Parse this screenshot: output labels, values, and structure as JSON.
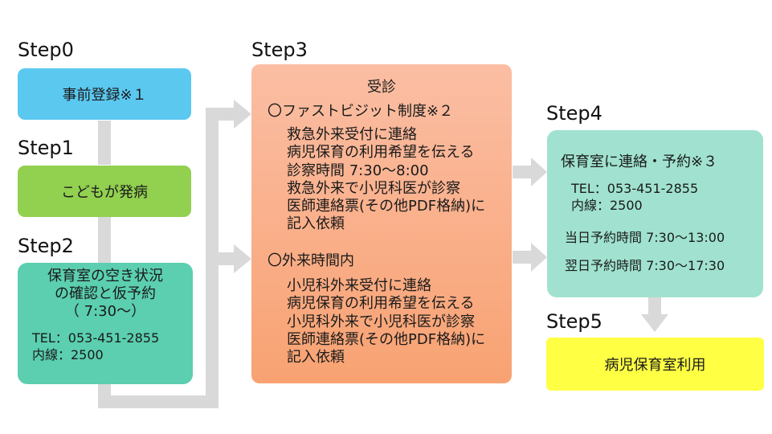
{
  "steps": {
    "step0": {
      "label": "Step0",
      "box": "事前登録※１"
    },
    "step1": {
      "label": "Step1",
      "box": "こどもが発病"
    },
    "step2": {
      "label": "Step2",
      "box_lines": [
        "保育室の空き状況",
        "の確認と仮予約",
        "（ 7:30～）"
      ],
      "tel": "TEL：053-451-2855",
      "ext": "内線：2500"
    },
    "step3": {
      "label": "Step3",
      "heading": "受診",
      "section1_title": "〇ファストビジット制度※２",
      "section1_lines": [
        "救急外来受付に連絡",
        "病児保育の利用希望を伝える",
        "診察時間 7:30～8:00",
        "救急外来で小児科医が診察",
        "医師連絡票(その他PDF格納)に",
        "記入依頼"
      ],
      "section2_title": "〇外来時間内",
      "section2_lines": [
        "小児科外来受付に連絡",
        "病児保育の利用希望を伝える",
        "小児科外来で小児科医が診察",
        "医師連絡票(その他PDF格納)に",
        "記入依頼"
      ]
    },
    "step4": {
      "label": "Step4",
      "title": "保育室に連絡・予約※３",
      "tel": "TEL：053-451-2855",
      "ext": "内線：2500",
      "same_day": "当日予約時間 7:30～13:00",
      "next_day": "翌日予約時間 7:30～17:30"
    },
    "step5": {
      "label": "Step5",
      "box": "病児保育室利用"
    }
  },
  "colors": {
    "step0": "#5bc8f0",
    "step1": "#92d050",
    "step2": "#5bcfb0",
    "step3_top": "#fbbba0",
    "step3_bottom": "#f8a272",
    "step4": "#a0e2cf",
    "step5": "#ffff44",
    "connector": "#d9d9d9"
  }
}
